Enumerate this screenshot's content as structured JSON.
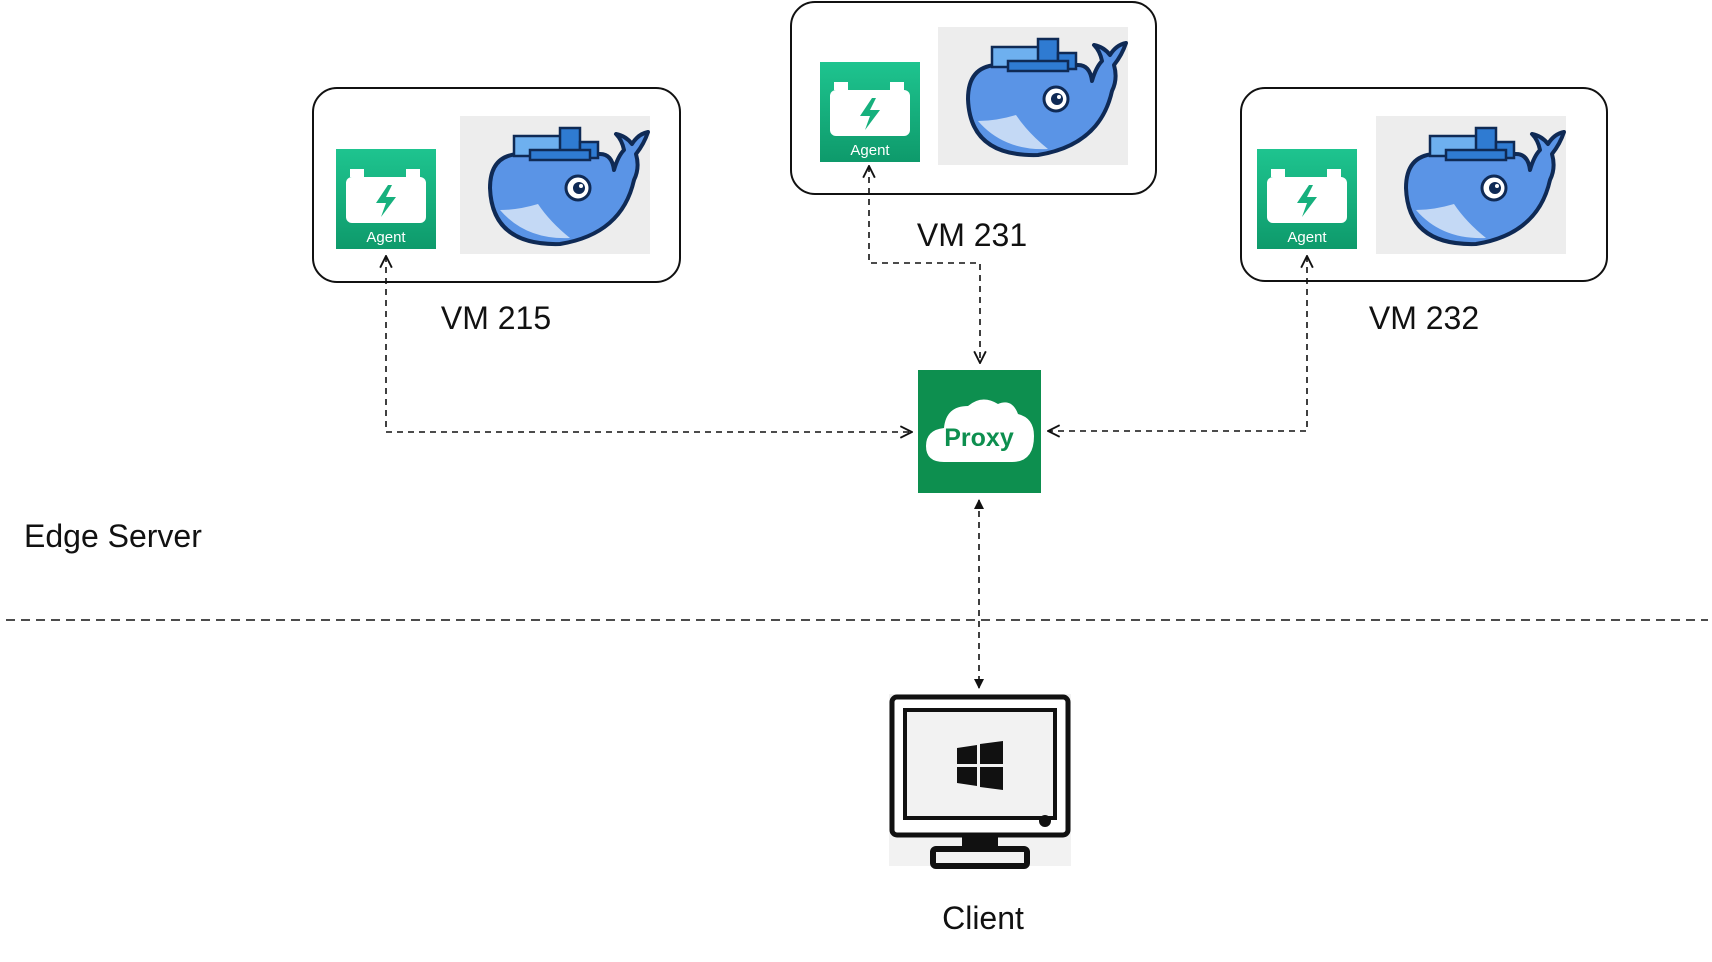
{
  "zone_label": "Edge Server",
  "vms": [
    {
      "label": "VM 215",
      "agent_label": "Agent",
      "agent_icon": "battery-bolt-icon",
      "container_icon": "docker-whale-icon"
    },
    {
      "label": "VM 231",
      "agent_label": "Agent",
      "agent_icon": "battery-bolt-icon",
      "container_icon": "docker-whale-icon"
    },
    {
      "label": "VM 232",
      "agent_label": "Agent",
      "agent_icon": "battery-bolt-icon",
      "container_icon": "docker-whale-icon"
    }
  ],
  "proxy": {
    "label": "Proxy",
    "icon": "cloud-icon"
  },
  "client": {
    "label": "Client",
    "icon": "windows-monitor-icon"
  },
  "colors": {
    "agent_green_top": "#1ec48f",
    "agent_green_bottom": "#0e9a6b",
    "proxy_green": "#0d8f4f",
    "docker_blue": "#4f8fe0",
    "line": "#111111"
  }
}
